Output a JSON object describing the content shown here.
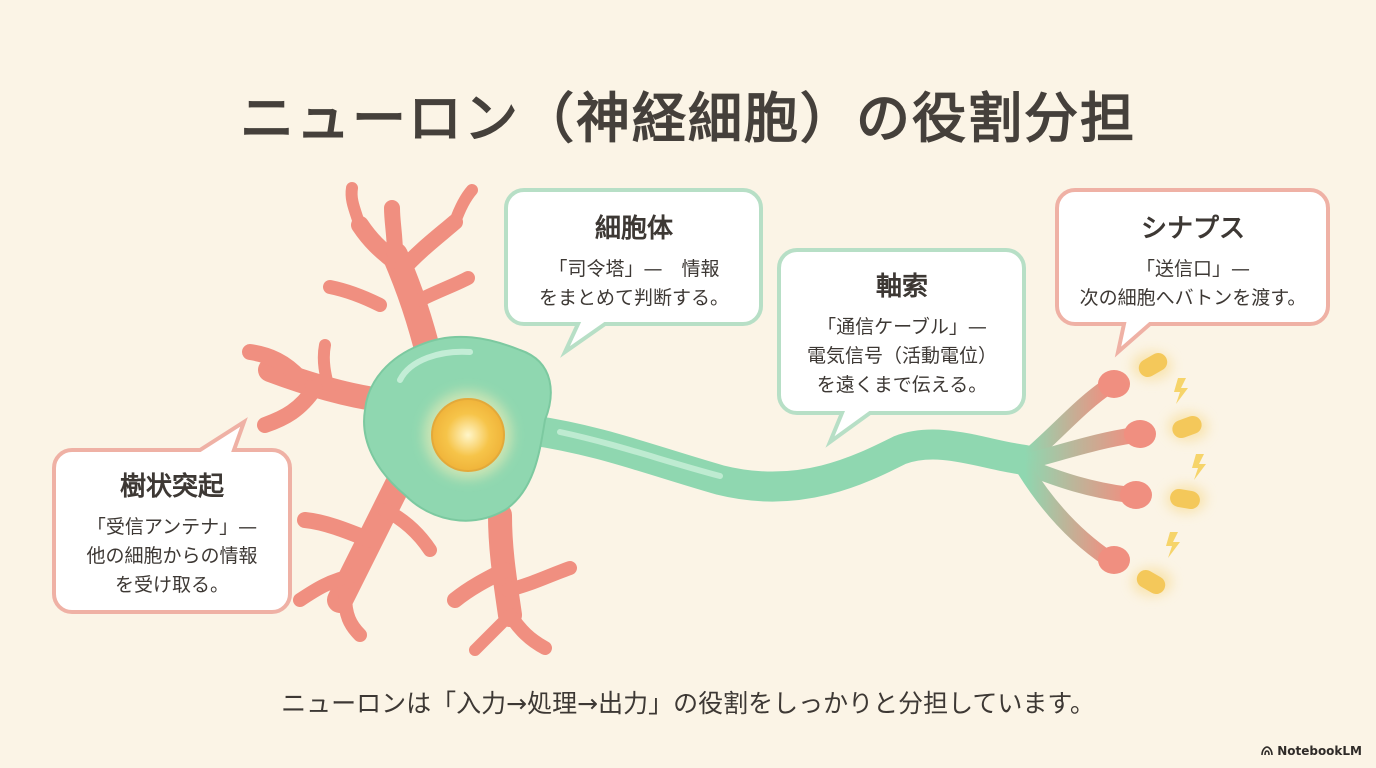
{
  "title": "ニューロン（神経細胞）の役割分担",
  "callouts": {
    "soma": {
      "heading": "細胞体",
      "line1": "「司令塔」—　情報",
      "line2": "をまとめて判断する。"
    },
    "axon": {
      "heading": "軸索",
      "line1": "「通信ケーブル」—",
      "line2": "電気信号（活動電位）",
      "line3": "を遠くまで伝える。"
    },
    "synapse": {
      "heading": "シナプス",
      "line1": "「送信口」—",
      "line2": "次の細胞へバトンを渡す。"
    },
    "dendrite": {
      "heading": "樹状突起",
      "line1": "「受信アンテナ」—",
      "line2": "他の細胞からの情報",
      "line3": "を受け取る。"
    }
  },
  "footer": "ニューロンは「入力→処理→出力」の役割をしっかりと分担しています。",
  "brand": "NotebookLM",
  "colors": {
    "background": "#fbf4e6",
    "dendrite": "#f08f80",
    "soma": "#8fd7b0",
    "nucleus": "#f6c449",
    "axon": "#8fd7b0",
    "callout_green_border": "#b7dfc6",
    "callout_red_border": "#efb1a5",
    "vesicle": "#f4c85a"
  }
}
